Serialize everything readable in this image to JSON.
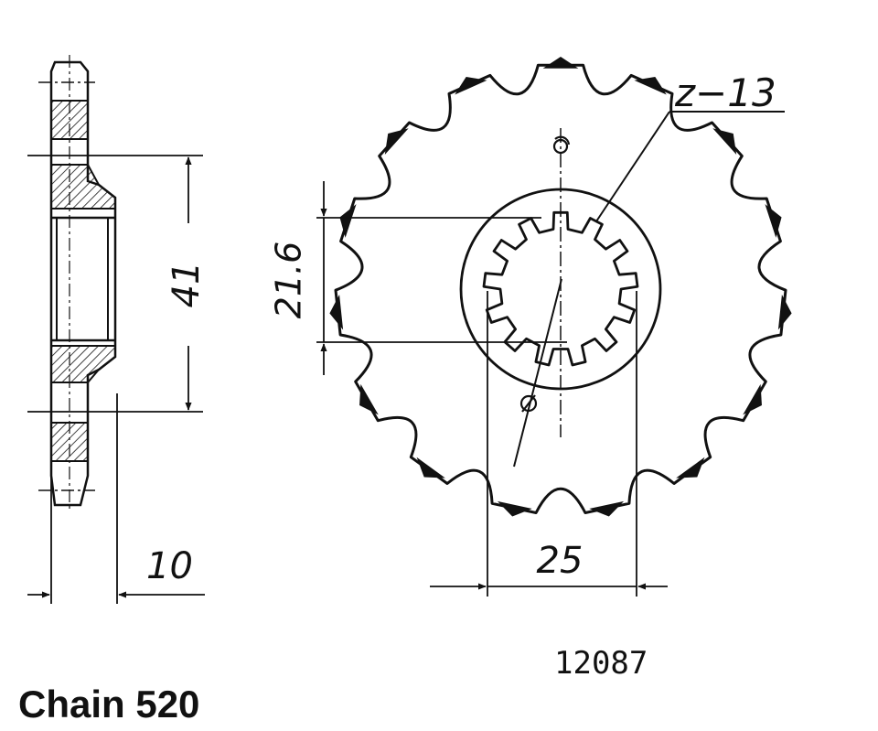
{
  "colors": {
    "ink": "#111111",
    "paper": "#ffffff"
  },
  "sprocket": {
    "tooth_count": 15,
    "spline_count": 13
  },
  "labels": {
    "spline_count": "z−13",
    "spline_diameter": "21.6",
    "bolt_span": "25",
    "height": "41",
    "thickness": "10",
    "part_number": "12087",
    "chain": "Chain 520"
  }
}
